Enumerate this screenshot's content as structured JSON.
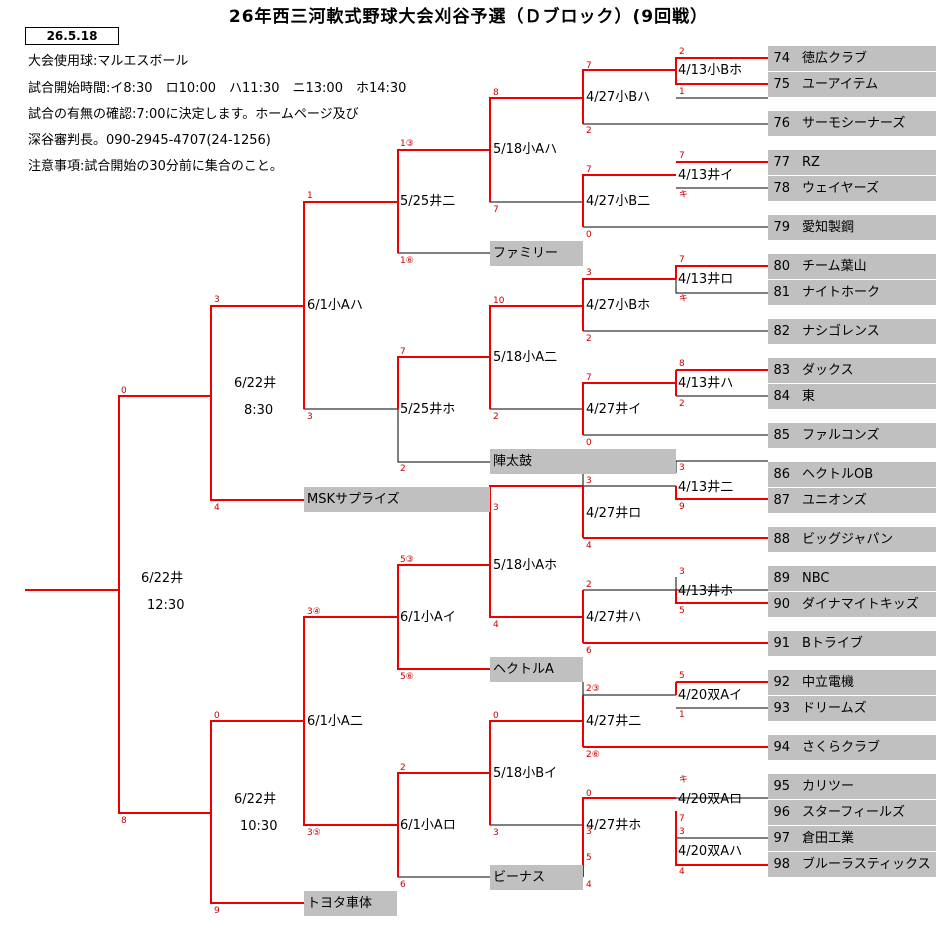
{
  "title": "26年西三河軟式野球大会刈谷予選（Ｄブロック）(9回戦）",
  "date_box": "26.5.18",
  "notes": [
    "大会使用球:マルエスボール",
    "試合開始時間:イ8:30　ロ10:00　ハ11:30　ニ13:00　ホ14:30",
    "試合の有無の確認:7:00に決定します。ホームページ及び",
    "深谷審判長。090-2945-4707(24-1256)",
    "注意事項:試合開始の30分前に集合のこと。"
  ],
  "teams": [
    {
      "num": "74",
      "name": "徳広クラブ"
    },
    {
      "num": "75",
      "name": "ユーアイテム"
    },
    {
      "num": "76",
      "name": "サーモシーナーズ"
    },
    {
      "num": "77",
      "name": "RZ"
    },
    {
      "num": "78",
      "name": "ウェイヤーズ"
    },
    {
      "num": "79",
      "name": "愛知製鋼"
    },
    {
      "num": "80",
      "name": "チーム葉山"
    },
    {
      "num": "81",
      "name": "ナイトホーク"
    },
    {
      "num": "82",
      "name": "ナシゴレンス"
    },
    {
      "num": "83",
      "name": "ダックス"
    },
    {
      "num": "84",
      "name": "東"
    },
    {
      "num": "85",
      "name": "ファルコンズ"
    },
    {
      "num": "86",
      "name": "ヘクトルOB"
    },
    {
      "num": "87",
      "name": "ユニオンズ"
    },
    {
      "num": "88",
      "name": "ビッグジャパン"
    },
    {
      "num": "89",
      "name": "NBC"
    },
    {
      "num": "90",
      "name": "ダイナマイトキッズ"
    },
    {
      "num": "91",
      "name": "Bトライブ"
    },
    {
      "num": "92",
      "name": "中立電機"
    },
    {
      "num": "93",
      "name": "ドリームズ"
    },
    {
      "num": "94",
      "name": "さくらクラブ"
    },
    {
      "num": "95",
      "name": "カリツー"
    },
    {
      "num": "96",
      "name": "スターフィールズ"
    },
    {
      "num": "97",
      "name": "倉田工業"
    },
    {
      "num": "98",
      "name": "ブルーラスティックス"
    }
  ],
  "seeded": [
    "ファミリー",
    "陣太鼓",
    "MSKサプライズ",
    "ヘクトルA",
    "ビーナス",
    "トヨタ車体"
  ],
  "matches": [
    "4/13小Bホ",
    "4/13井イ",
    "4/13井ロ",
    "4/13井ハ",
    "4/13井二",
    "4/13井ホ",
    "4/20双Aイ",
    "4/20双Aロ",
    "4/20双Aハ",
    "4/27小Bハ",
    "4/27小B二",
    "4/27小Bホ",
    "4/27井イ",
    "4/27井ロ",
    "4/27井ハ",
    "4/27井二",
    "4/27井ホ",
    "5/18小Aハ",
    "5/18小A二",
    "5/18小Aホ",
    "5/18小Bイ",
    "5/25井二",
    "5/25井ホ",
    "6/1小Aイ",
    "6/1小Aロ",
    "6/1小Aハ",
    "6/1小A二",
    "6/22井",
    "8:30",
    "6/22井",
    "10:30",
    "6/22井",
    "12:30"
  ],
  "scores": [
    "2",
    "1",
    "7",
    "キ",
    "7",
    "キ",
    "8",
    "2",
    "3",
    "9",
    "3",
    "5",
    "5",
    "1",
    "キ",
    "7",
    "3",
    "4",
    "7",
    "2",
    "7",
    "0",
    "3",
    "2",
    "7",
    "0",
    "3",
    "4",
    "2",
    "6",
    "2③",
    "2⑥",
    "0",
    "3",
    "5",
    "4",
    "8",
    "7",
    "10",
    "2",
    "3",
    "4",
    "0",
    "3",
    "1③",
    "1⑥",
    "7",
    "2",
    "5③",
    "5⑥",
    "2",
    "6",
    "1",
    "3",
    "3④",
    "3⑤",
    "3",
    "4",
    "0",
    "9",
    "0",
    "8"
  ]
}
